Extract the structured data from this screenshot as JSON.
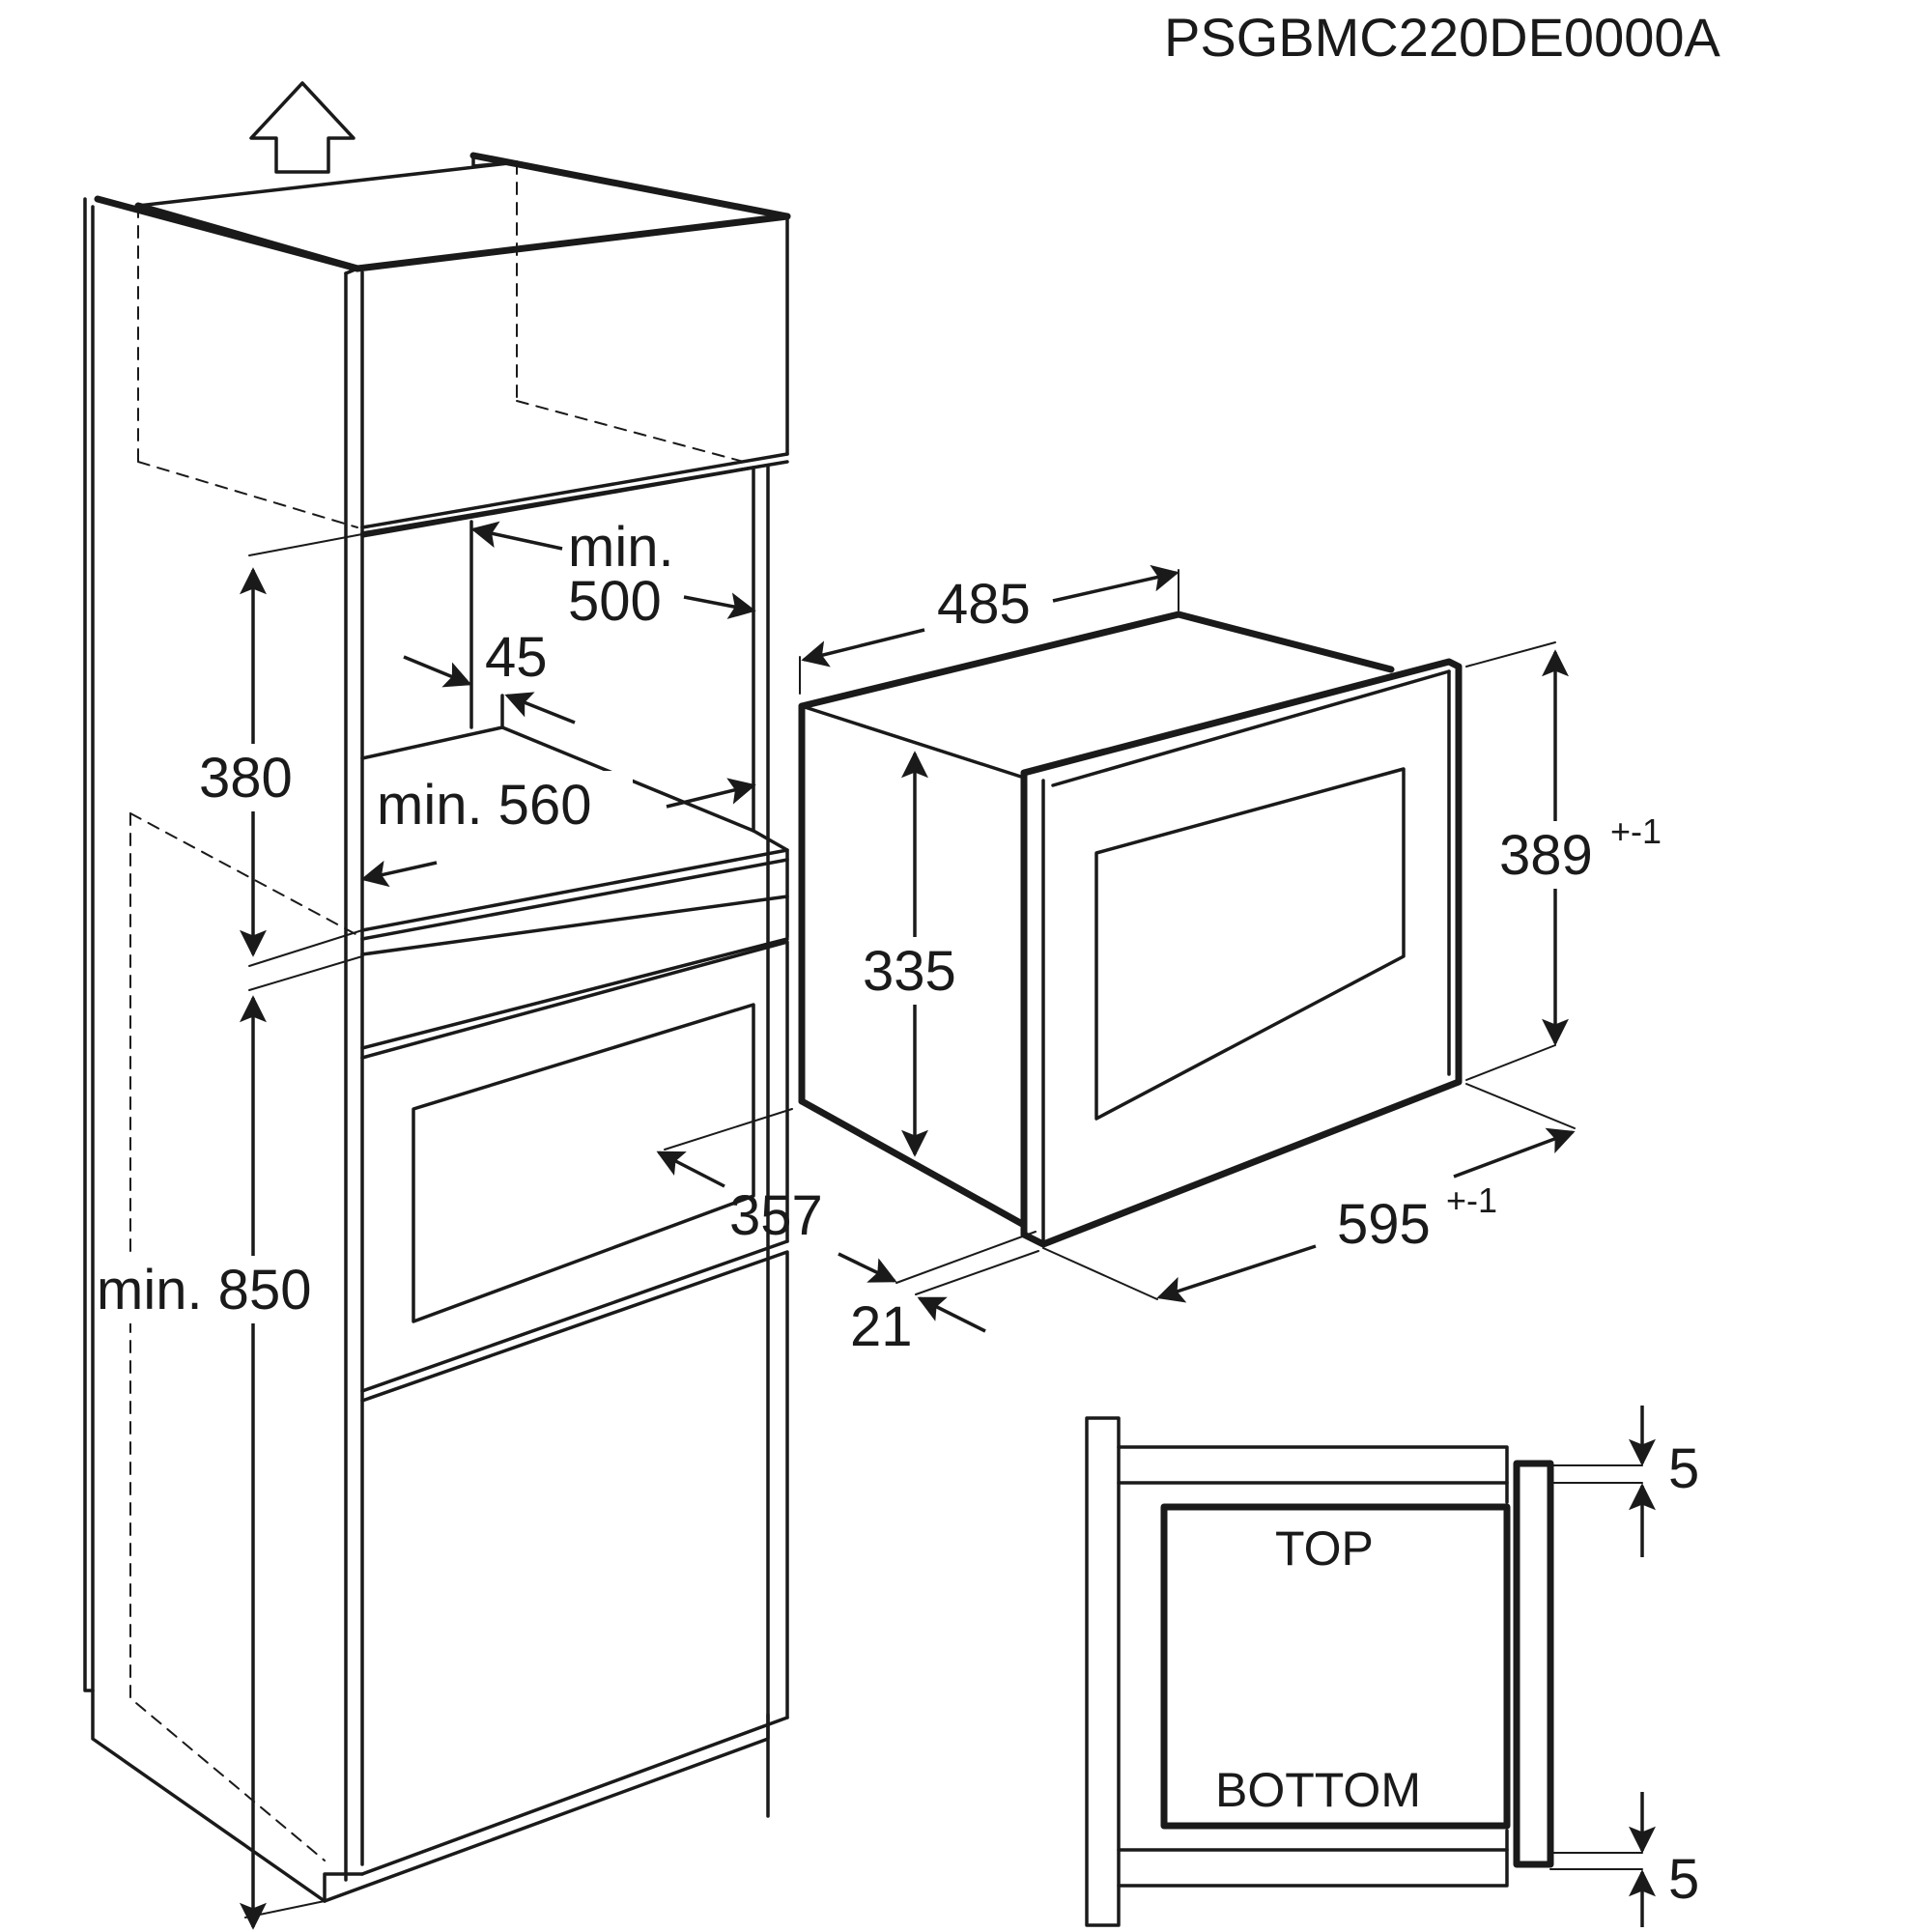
{
  "header": {
    "model_code": "PSGBMC220DE0000A"
  },
  "cabinet": {
    "dims": {
      "min_label_a": "min.",
      "min_500": "500",
      "d45": "45",
      "h380": "380",
      "min_560": "min. 560",
      "min_850": "min. 850"
    }
  },
  "appliance": {
    "dims": {
      "w485": "485",
      "h335": "335",
      "h389": "389",
      "h389_tol": "+-1",
      "w595": "595",
      "w595_tol": "+-1",
      "d357": "357",
      "d21": "21"
    }
  },
  "detail": {
    "top_label": "TOP",
    "bottom_label": "BOTTOM",
    "gap_top": "5",
    "gap_bottom": "5"
  }
}
